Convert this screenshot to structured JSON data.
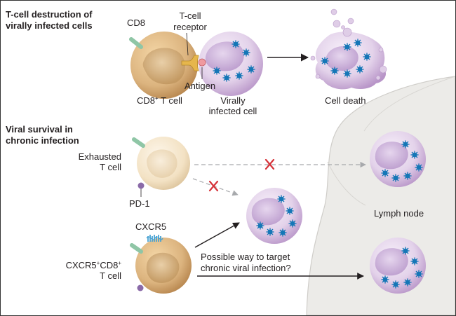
{
  "section1": {
    "heading_line1": "T-cell destruction of",
    "heading_line2": "virally infected cells",
    "cd8": "CD8",
    "tcr_line1": "T-cell",
    "tcr_line2": "receptor",
    "antigen": "Antigen",
    "cd8_cell_main": "CD8",
    "cd8_cell_sup": "+",
    "cd8_cell_suffix": " T cell",
    "virally_line1": "Virally",
    "virally_line2": "infected cell",
    "cell_death": "Cell death"
  },
  "section2": {
    "heading_line1": "Viral survival in",
    "heading_line2": "chronic infection",
    "exhausted_line1": "Exhausted",
    "exhausted_line2": "T cell",
    "pd1": "PD-1",
    "cxcr5": "CXCR5",
    "cxcr5_cell_a": "CXCR5",
    "cxcr5_cell_sup1": "+",
    "cxcr5_cell_b": "CD8",
    "cxcr5_cell_sup2": "+",
    "cxcr5_cell_line2": "T cell",
    "possible_line1": "Possible way to target",
    "possible_line2": "chronic viral infection?",
    "lymph_node": "Lymph node"
  },
  "colors": {
    "t_cell": "#dcb47f",
    "infected_cell": "#d9c3e2",
    "exhausted_cell": "#f3e2c4",
    "virus": "#1577b7",
    "cd8_receptor": "#8fc6a6",
    "pd1_marker": "#8a6aa8",
    "cxcr5_marker": "#4aa3d3",
    "inhibition_cross": "#d6333a",
    "lymph_node": "#ecebe8"
  },
  "icons": [
    "cd8-receptor-icon",
    "t-cell-receptor-icon",
    "antigen-icon",
    "virus-particle-icon",
    "cell-debris-icon",
    "inhibition-cross-icon",
    "pd1-marker-icon",
    "cxcr5-receptor-icon"
  ]
}
